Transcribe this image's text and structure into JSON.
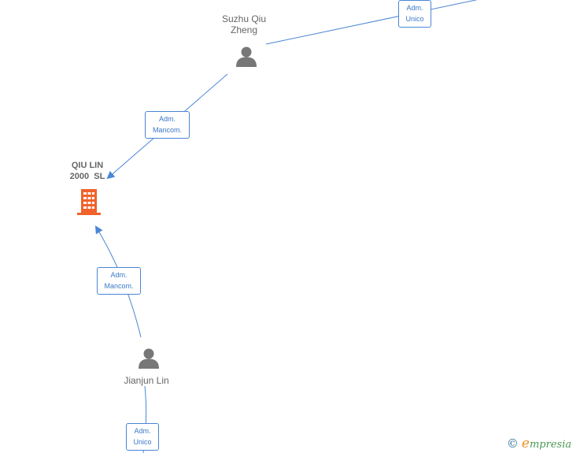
{
  "nodes": {
    "suzhu": {
      "name": "Suzhu Qiu\nZheng",
      "type": "person"
    },
    "company": {
      "name_line1": "QIU LIN",
      "name_line2": "2000  SL",
      "type": "company"
    },
    "jianjun": {
      "name": "Jianjun Lin",
      "type": "person"
    }
  },
  "edges": {
    "top_right": {
      "line1": "Adm.",
      "line2": "Unico"
    },
    "suzhu_company": {
      "line1": "Adm.",
      "line2": "Mancom."
    },
    "jianjun_company": {
      "line1": "Adm.",
      "line2": "Mancom."
    },
    "bottom": {
      "line1": "Adm.",
      "line2": "Unico"
    }
  },
  "footer": {
    "copyright_symbol": "©",
    "brand_initial": "e",
    "brand_rest": "mpresia"
  },
  "colors": {
    "edge": "#4a86d6",
    "person_icon": "#777777",
    "company_icon": "#f0622a"
  }
}
